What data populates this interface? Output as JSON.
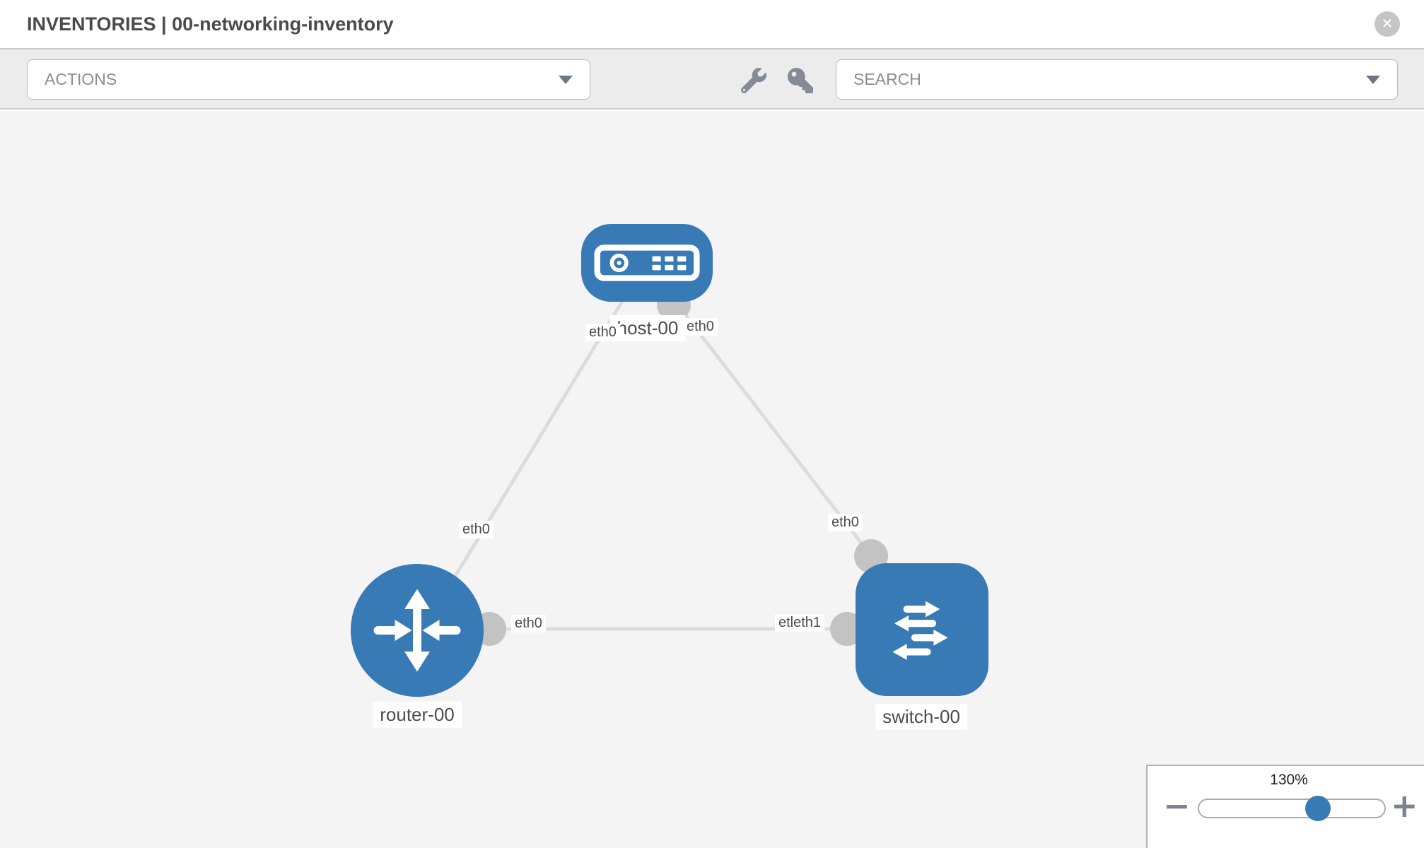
{
  "header": {
    "title": "INVENTORIES | 00-networking-inventory",
    "close_glyph": "✕"
  },
  "toolbar": {
    "actions": {
      "placeholder": "ACTIONS"
    },
    "search": {
      "placeholder": "SEARCH"
    },
    "icons": [
      {
        "name": "wrench-icon"
      },
      {
        "name": "key-icon"
      }
    ]
  },
  "topology": {
    "nodes": [
      {
        "name": "host-00",
        "type": "host"
      },
      {
        "name": "router-00",
        "type": "router"
      },
      {
        "name": "switch-00",
        "type": "switch"
      }
    ],
    "links": [
      {
        "source": "host-00",
        "target": "router-00"
      },
      {
        "source": "host-00",
        "target": "switch-00"
      },
      {
        "source": "router-00",
        "target": "switch-00"
      }
    ],
    "port_labels": [
      {
        "text": "eth0"
      },
      {
        "text": "eth0"
      },
      {
        "text": "eth0"
      },
      {
        "text": "eth0"
      },
      {
        "text": "eth0"
      },
      {
        "text": "etleth1"
      }
    ]
  },
  "zoom_control": {
    "level": "130%",
    "minus_glyph": "−",
    "plus_glyph": "+"
  },
  "colors": {
    "node_blue": "#377ab5",
    "link_gray": "#dcdcdc",
    "interface_gray": "#c3c3c3",
    "canvas_bg": "#f4f4f4"
  }
}
